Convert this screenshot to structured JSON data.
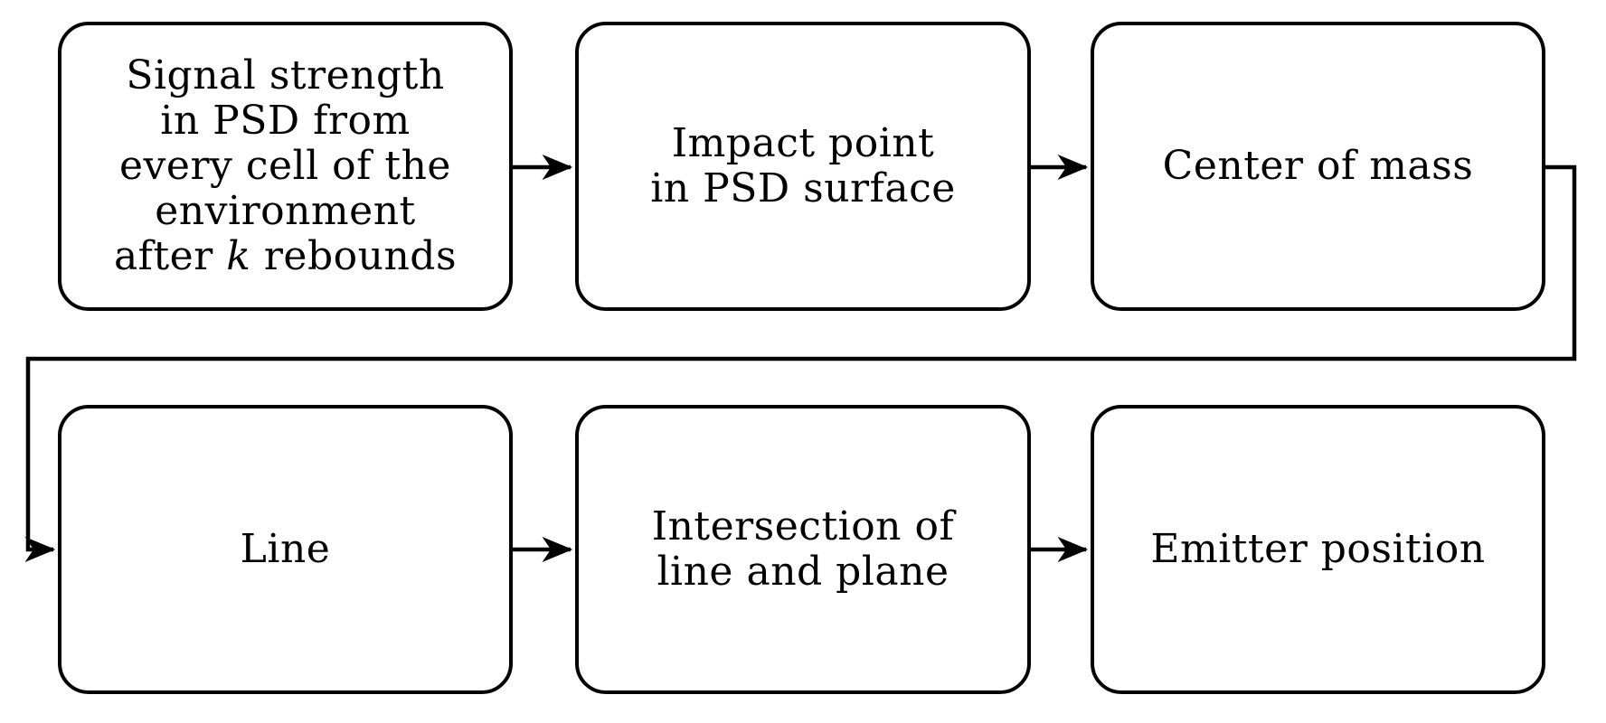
{
  "theme": {
    "background": "#ffffff",
    "line_color": "#000000",
    "text_color": "#000000"
  },
  "diagram": {
    "type": "flowchart",
    "nodes": [
      {
        "id": "signal-strength",
        "lines": [
          "Signal strength",
          "in PSD from",
          "every cell of the",
          "environment"
        ],
        "line5": {
          "pre": "after ",
          "k": "k",
          "post": " rebounds"
        }
      },
      {
        "id": "impact-point",
        "lines": [
          "Impact point",
          "in PSD surface"
        ]
      },
      {
        "id": "center-of-mass",
        "lines": [
          "Center of mass"
        ]
      },
      {
        "id": "line",
        "lines": [
          "Line"
        ]
      },
      {
        "id": "intersection",
        "lines": [
          "Intersection of",
          "line and plane"
        ]
      },
      {
        "id": "emitter-position",
        "lines": [
          "Emitter position"
        ]
      }
    ],
    "edges": [
      {
        "from": "signal-strength",
        "to": "impact-point",
        "style": "arrow-right"
      },
      {
        "from": "impact-point",
        "to": "center-of-mass",
        "style": "arrow-right"
      },
      {
        "from": "center-of-mass",
        "to": "line",
        "style": "wrap-around-left"
      },
      {
        "from": "line",
        "to": "intersection",
        "style": "arrow-right"
      },
      {
        "from": "intersection",
        "to": "emitter-position",
        "style": "arrow-right"
      }
    ]
  }
}
